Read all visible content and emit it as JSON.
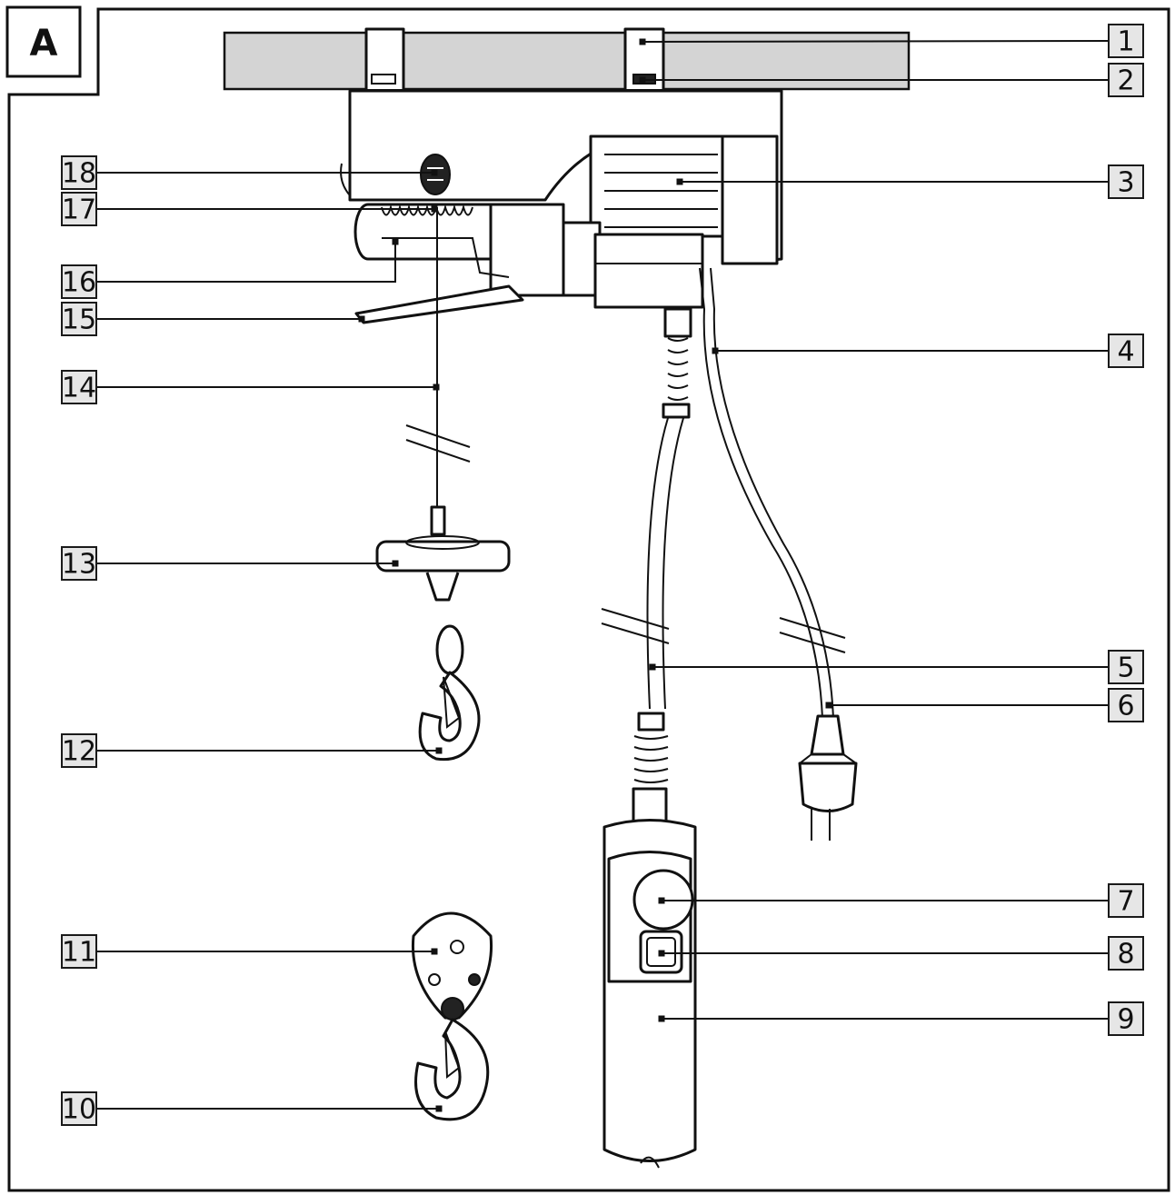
{
  "figure_label": "A",
  "callouts": [
    {
      "id": "1",
      "side": "right"
    },
    {
      "id": "2",
      "side": "right"
    },
    {
      "id": "3",
      "side": "right"
    },
    {
      "id": "4",
      "side": "right"
    },
    {
      "id": "5",
      "side": "right"
    },
    {
      "id": "6",
      "side": "right"
    },
    {
      "id": "7",
      "side": "right"
    },
    {
      "id": "8",
      "side": "right"
    },
    {
      "id": "9",
      "side": "right"
    },
    {
      "id": "10",
      "side": "left"
    },
    {
      "id": "11",
      "side": "left"
    },
    {
      "id": "12",
      "side": "left"
    },
    {
      "id": "13",
      "side": "left"
    },
    {
      "id": "14",
      "side": "left"
    },
    {
      "id": "15",
      "side": "left"
    },
    {
      "id": "16",
      "side": "left"
    },
    {
      "id": "17",
      "side": "left"
    },
    {
      "id": "18",
      "side": "left"
    }
  ]
}
